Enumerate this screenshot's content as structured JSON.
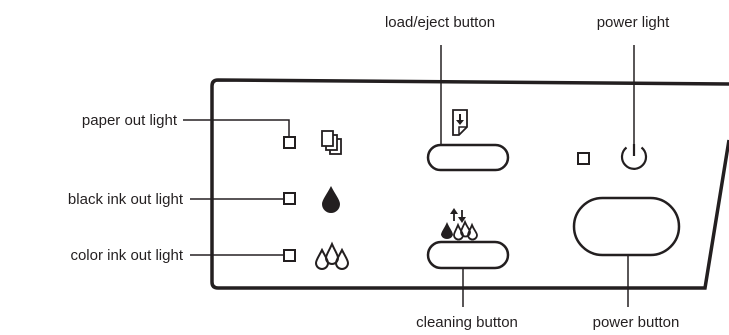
{
  "colors": {
    "line": "#231f20",
    "background": "#ffffff"
  },
  "callouts": {
    "load_eject_button": "load/eject button",
    "power_light": "power light",
    "paper_out_light": "paper out light",
    "black_ink_out_light": "black ink out light",
    "color_ink_out_light": "color ink out light",
    "cleaning_button": "cleaning button",
    "power_button": "power button"
  },
  "icons": {
    "paper": "stacked-pages-icon",
    "black_ink": "ink-drop-icon",
    "color_ink": "triple-ink-drops-icon",
    "load_eject": "page-with-down-arrow-icon",
    "cleaning": "ink-drops-with-arrows-icon",
    "power": "power-symbol-icon"
  }
}
